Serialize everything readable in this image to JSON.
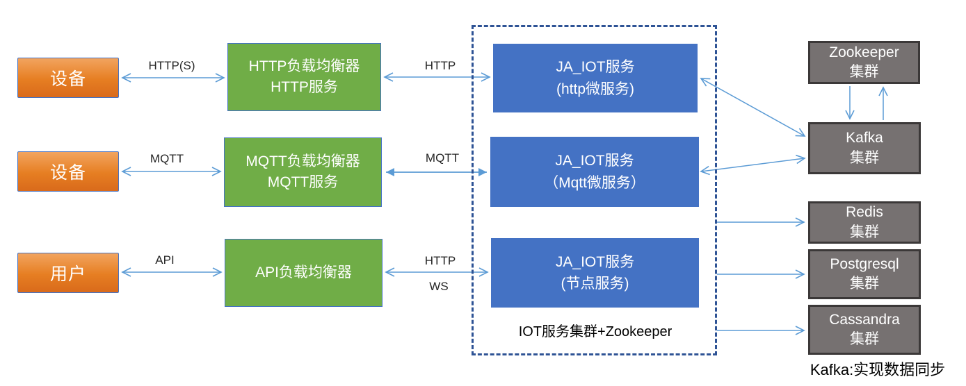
{
  "nodes": {
    "device1": {
      "label": "设备"
    },
    "device2": {
      "label": "设备"
    },
    "user": {
      "label": "用户"
    },
    "http_lb": {
      "line1": "HTTP负载均衡器",
      "line2": "HTTP服务"
    },
    "mqtt_lb": {
      "line1": "MQTT负载均衡器",
      "line2": "MQTT服务"
    },
    "api_lb": {
      "line1": "API负载均衡器"
    },
    "iot_http": {
      "line1": "JA_IOT服务",
      "line2": "(http微服务)"
    },
    "iot_mqtt": {
      "line1": "JA_IOT服务",
      "line2": "（Mqtt微服务）"
    },
    "iot_node": {
      "line1": "JA_IOT服务",
      "line2": "(节点服务)"
    },
    "zookeeper": {
      "line1": "Zookeeper",
      "line2": "集群"
    },
    "kafka": {
      "line1": "Kafka",
      "line2": "集群"
    },
    "redis": {
      "line1": "Redis",
      "line2": "集群"
    },
    "postgresql": {
      "line1": "Postgresql",
      "line2": "集群"
    },
    "cassandra": {
      "line1": "Cassandra",
      "line2": "集群"
    }
  },
  "container": {
    "label": "IOT服务集群+Zookeeper"
  },
  "caption": "Kafka:实现数据同步",
  "edges": [
    {
      "from": "设备",
      "to": "HTTP负载均衡器",
      "label": "HTTP(S)",
      "style": "double-open"
    },
    {
      "from": "HTTP负载均衡器",
      "to": "JA_IOT服务(http微服务)",
      "label": "HTTP",
      "style": "double-open"
    },
    {
      "from": "设备",
      "to": "MQTT负载均衡器",
      "label": "MQTT",
      "style": "double-open"
    },
    {
      "from": "MQTT负载均衡器",
      "to": "JA_IOT服务(Mqtt微服务)",
      "label": "MQTT",
      "style": "double-solid"
    },
    {
      "from": "用户",
      "to": "API负载均衡器",
      "label": "API",
      "style": "double-open"
    },
    {
      "from": "API负载均衡器",
      "to": "JA_IOT服务(节点服务)",
      "label": "HTTP",
      "label2": "WS",
      "style": "double-open"
    },
    {
      "from": "JA_IOT服务(http微服务)",
      "to": "Kafka集群",
      "label": "",
      "style": "double-open"
    },
    {
      "from": "JA_IOT服务(Mqtt微服务)",
      "to": "Kafka集群",
      "label": "",
      "style": "double-open"
    },
    {
      "from": "Zookeeper集群",
      "to": "Kafka集群",
      "label": "",
      "style": "single-open"
    },
    {
      "from": "Kafka集群",
      "to": "Zookeeper集群",
      "label": "",
      "style": "single-open"
    },
    {
      "from": "IOT服务集群",
      "to": "Redis集群",
      "label": "",
      "style": "single-open"
    },
    {
      "from": "IOT服务集群",
      "to": "Postgresql集群",
      "label": "",
      "style": "single-open"
    },
    {
      "from": "IOT服务集群",
      "to": "Cassandra集群",
      "label": "",
      "style": "single-open"
    }
  ],
  "colors": {
    "orange_gradient_top": "#F2A45F",
    "orange_gradient_bottom": "#D96A1B",
    "green_fill": "#70AD47",
    "blue_fill": "#4472C4",
    "gray_fill": "#767171",
    "gray_border": "#3B3838",
    "box_border_blue": "#4472C4",
    "arrow_blue": "#5B9BD5",
    "dashed_border_blue": "#2E5395",
    "label_text": "#262626"
  }
}
